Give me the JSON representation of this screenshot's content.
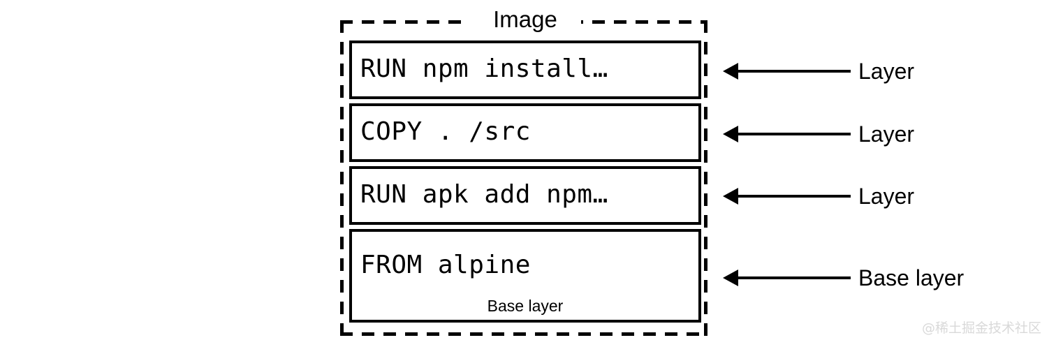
{
  "diagram": {
    "title": "Image",
    "layers": [
      {
        "command": "RUN npm install…",
        "annotation": "Layer",
        "sublabel": ""
      },
      {
        "command": "COPY . /src",
        "annotation": "Layer",
        "sublabel": ""
      },
      {
        "command": "RUN apk add npm…",
        "annotation": "Layer",
        "sublabel": ""
      },
      {
        "command": "FROM alpine",
        "annotation": "Base layer",
        "sublabel": "Base layer"
      }
    ]
  },
  "icons": {
    "arrow_left": "arrow-left-icon"
  },
  "colors": {
    "stroke": "#000000",
    "background": "#ffffff",
    "watermark": "#d9d9d9"
  },
  "watermark": {
    "text": "@稀土掘金技术社区"
  }
}
